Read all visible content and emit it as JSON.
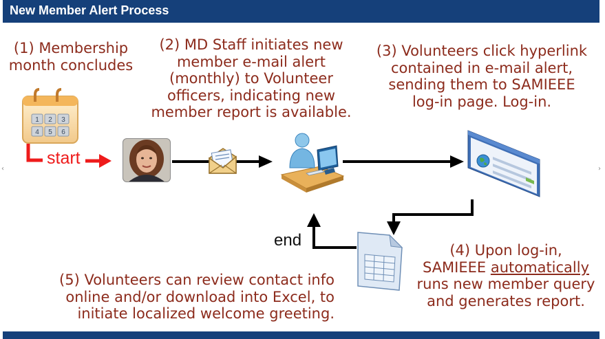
{
  "header": {
    "title": "New Member Alert Process"
  },
  "steps": {
    "step1": {
      "line1": "(1) Membership",
      "line2": "month concludes"
    },
    "step2": {
      "line1": "(2) MD Staff initiates new",
      "line2": "member e-mail alert",
      "line3": "(monthly) to Volunteer",
      "line4": "officers, indicating new",
      "line5": "member report is available."
    },
    "step3": {
      "line1": "(3) Volunteers click hyperlink",
      "line2": "contained in e-mail alert,",
      "line3": "sending them to SAMIEEE",
      "line4": "log-in page.  Log-in."
    },
    "step4": {
      "line1": "(4) Upon log-in,",
      "line2_prefix": "SAMIEEE ",
      "line2_emph": "automatically",
      "line3": "runs new member query",
      "line4": "and generates report."
    },
    "step5": {
      "line1": "(5) Volunteers can review  contact info",
      "line2": "online and/or download into Excel, to",
      "line3": "initiate localized welcome greeting."
    }
  },
  "labels": {
    "start": "start",
    "end": "end"
  },
  "calendar": {
    "days": [
      "1",
      "2",
      "3",
      "4",
      "5",
      "6"
    ]
  },
  "icons": [
    "calendar-icon",
    "staff-photo",
    "email-envelope-icon",
    "volunteer-computer-icon",
    "browser-window-icon",
    "report-document-icon"
  ],
  "edge_marks": {
    "left": "‹",
    "right": "›"
  },
  "colors": {
    "header": "#15407a",
    "step_text": "#8c2b1c",
    "start": "#ee1b1b",
    "arrows": "#000000"
  }
}
